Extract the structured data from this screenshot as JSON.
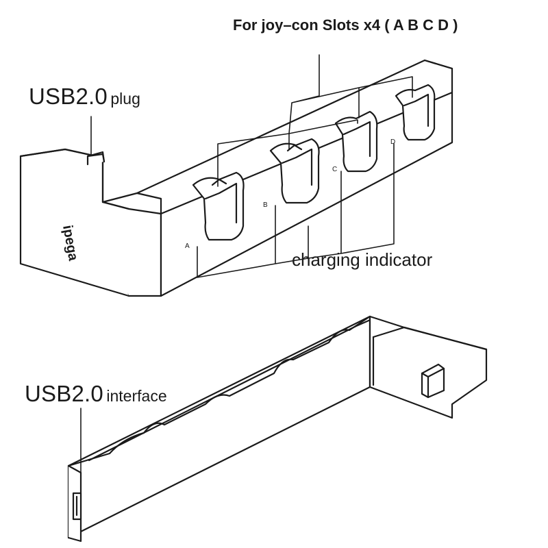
{
  "labels": {
    "slots_callout": "For joy–con Slots x4 ( A B C D )",
    "usb_plug_main": "USB2.0",
    "usb_plug_suffix": "plug",
    "charging_indicator": "charging indicator",
    "usb_interface_main": "USB2.0",
    "usb_interface_suffix": "interface"
  },
  "product": {
    "brand_logo": "ipega",
    "slot_letters": [
      "A",
      "B",
      "C",
      "D"
    ]
  },
  "colors": {
    "line": "#1a1a1a",
    "background": "#ffffff",
    "product_fill": "#ffffff"
  }
}
